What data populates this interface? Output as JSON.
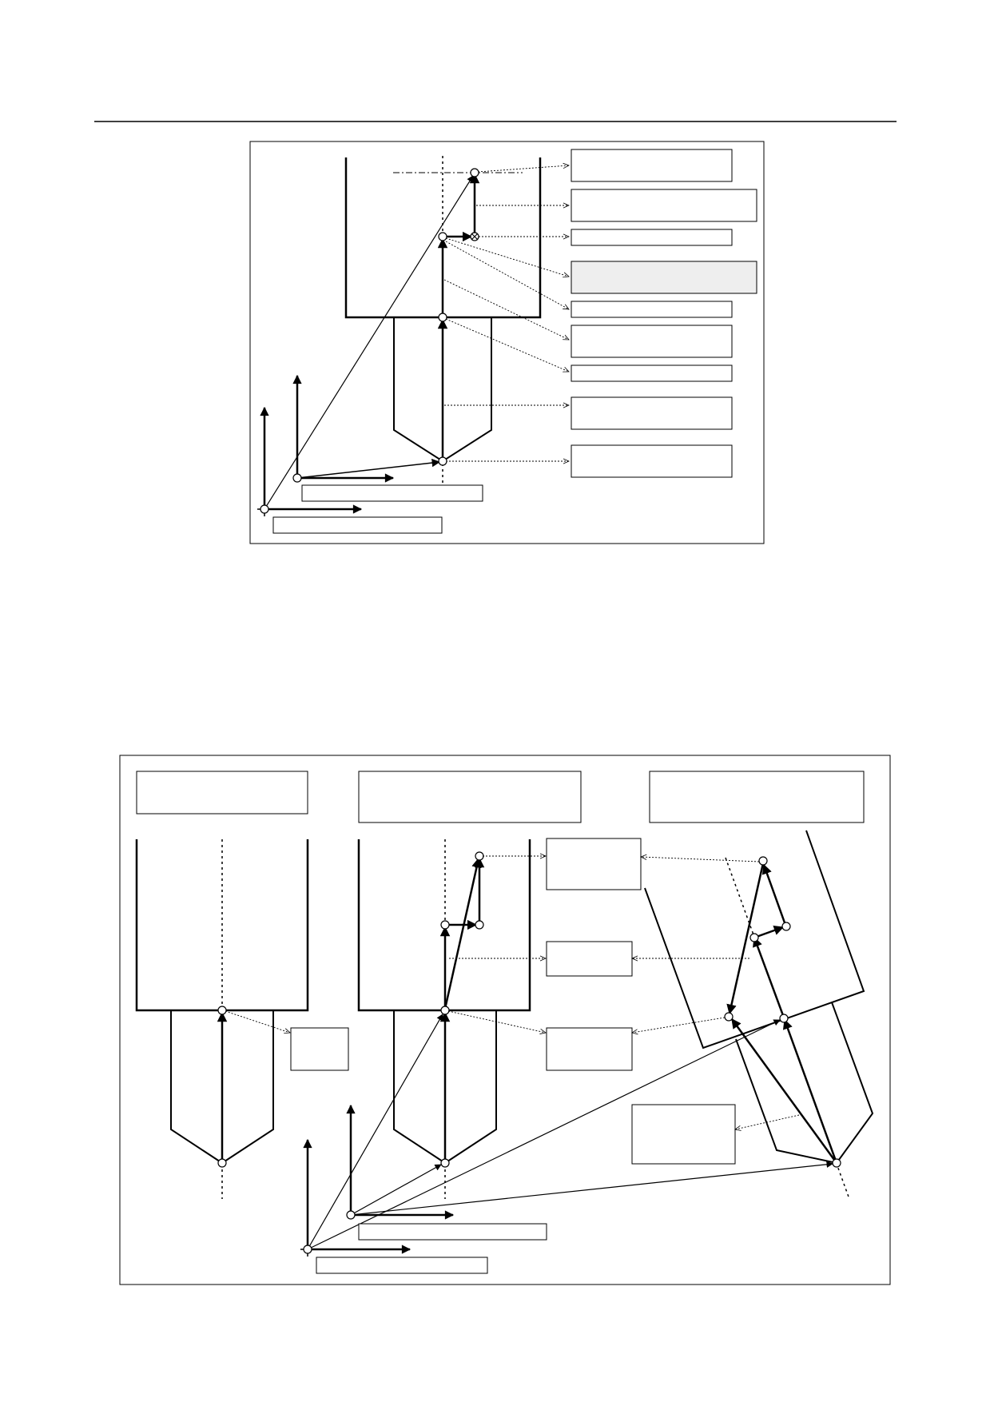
{
  "page": {
    "header_rule": true
  },
  "figure_1": {
    "name": "tool-offset-vector-diagram",
    "label_boxes": [
      {
        "id": "label-1",
        "text": "",
        "shaded": false
      },
      {
        "id": "label-2",
        "text": "",
        "shaded": false
      },
      {
        "id": "label-3",
        "text": "",
        "shaded": false
      },
      {
        "id": "label-4",
        "text": "",
        "shaded": true
      },
      {
        "id": "label-5",
        "text": "",
        "shaded": false
      },
      {
        "id": "label-6",
        "text": "",
        "shaded": false
      },
      {
        "id": "label-7",
        "text": "",
        "shaded": false
      },
      {
        "id": "label-8",
        "text": "",
        "shaded": false
      },
      {
        "id": "label-9",
        "text": "",
        "shaded": false
      }
    ],
    "axis_labels": [
      {
        "id": "coord-label-upper",
        "text": ""
      },
      {
        "id": "coord-label-lower",
        "text": ""
      }
    ]
  },
  "figure_2": {
    "name": "tool-tilt-comparison-diagram",
    "column_headers": [
      {
        "id": "header-left",
        "text": ""
      },
      {
        "id": "header-middle",
        "text": ""
      },
      {
        "id": "header-right",
        "text": ""
      }
    ],
    "label_boxes": [
      {
        "id": "label-a",
        "text": ""
      },
      {
        "id": "label-b",
        "text": ""
      },
      {
        "id": "label-c",
        "text": ""
      },
      {
        "id": "label-d",
        "text": ""
      },
      {
        "id": "label-e",
        "text": ""
      }
    ],
    "axis_labels": [
      {
        "id": "coord-label-upper",
        "text": ""
      },
      {
        "id": "coord-label-lower",
        "text": ""
      }
    ]
  }
}
